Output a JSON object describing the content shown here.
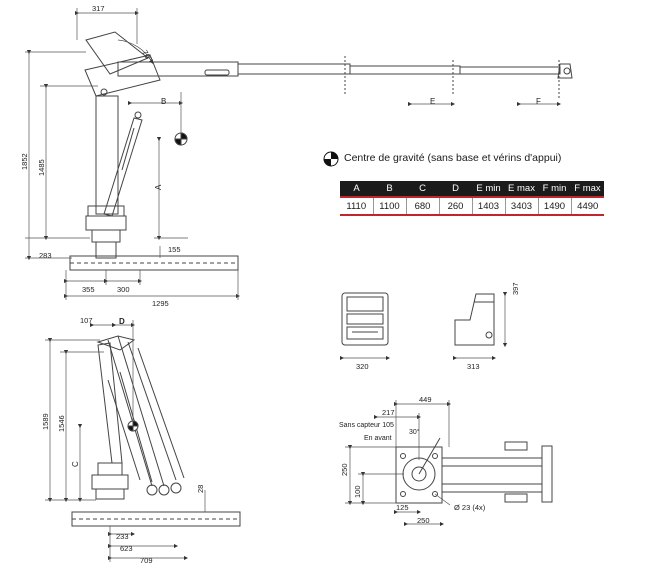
{
  "cg_legend": {
    "text": "Centre de gravité (sans base et vérins d'appui)"
  },
  "cg_table": {
    "headers": [
      "A",
      "B",
      "C",
      "D",
      "E min",
      "E max",
      "F min",
      "F max"
    ],
    "values": [
      "1110",
      "1100",
      "680",
      "260",
      "1403",
      "3403",
      "1490",
      "4490"
    ]
  },
  "side_view": {
    "top_width": "317",
    "angle": "70°",
    "label_b": "B",
    "label_e": "E",
    "label_f": "F",
    "label_a": "A",
    "height_total": "1852",
    "height_pivot": "1485",
    "base_height": "283",
    "base_offset": "155",
    "dim_355": "355",
    "dim_300": "300",
    "dim_1295": "1295"
  },
  "folded_view": {
    "top_offset": "107",
    "label_d": "D",
    "height_1589": "1589",
    "height_1546": "1546",
    "label_c": "C",
    "dim_28": "28",
    "dim_233": "233",
    "dim_623": "623",
    "dim_709": "709"
  },
  "control_box": {
    "width_front": "320",
    "width_side": "313",
    "height": "397"
  },
  "top_view": {
    "dim_449": "449",
    "dim_217": "217",
    "sensor_note": "Sans capteur 105",
    "angle": "30°",
    "forward_note": "En avant",
    "dim_250_v": "250",
    "dim_100": "100",
    "dim_125": "125",
    "dim_250_h": "250",
    "holes": "Ø 23 (4x)"
  }
}
